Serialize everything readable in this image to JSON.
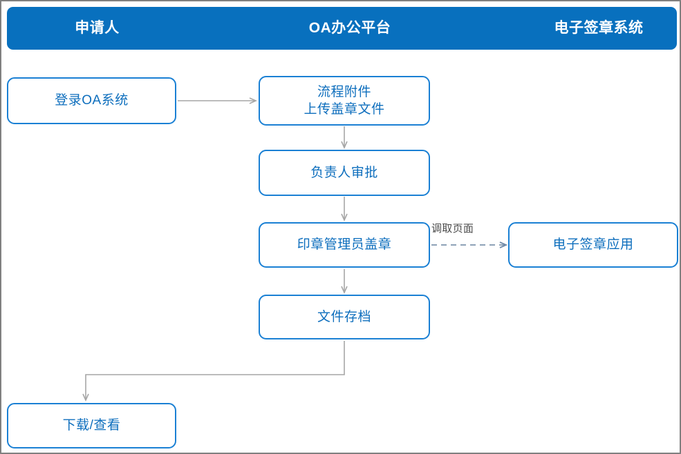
{
  "diagram": {
    "title_bar": {
      "background_color": "#0870be",
      "lanes": [
        {
          "id": "applicant",
          "label": "申请人"
        },
        {
          "id": "oa-platform",
          "label": "OA办公平台"
        },
        {
          "id": "esign-system",
          "label": "电子签章系统"
        }
      ]
    },
    "theme": {
      "node_border_color": "#1a80d4",
      "node_text_color": "#0d6ebd",
      "node_fill_color": "#ffffff",
      "solid_connector_color": "#a6a6a6",
      "dashed_connector_color": "#7f95ad",
      "page_border_color": "#808080",
      "label_text_color": "#4a4a4a"
    },
    "nodes": [
      {
        "id": "login",
        "label": "登录OA系统",
        "lane": "applicant"
      },
      {
        "id": "upload",
        "label": "流程附件\n上传盖章文件",
        "lane": "oa-platform"
      },
      {
        "id": "approve",
        "label": "负责人审批",
        "lane": "oa-platform"
      },
      {
        "id": "seal",
        "label": "印章管理员盖章",
        "lane": "oa-platform"
      },
      {
        "id": "esign",
        "label": "电子签章应用",
        "lane": "esign-system"
      },
      {
        "id": "archive",
        "label": "文件存档",
        "lane": "oa-platform"
      },
      {
        "id": "download",
        "label": "下载/查看",
        "lane": "applicant"
      }
    ],
    "edges": [
      {
        "id": "login-to-upload",
        "from": "login",
        "to": "upload",
        "style": "solid",
        "label": ""
      },
      {
        "id": "upload-to-approve",
        "from": "upload",
        "to": "approve",
        "style": "solid",
        "label": ""
      },
      {
        "id": "approve-to-seal",
        "from": "approve",
        "to": "seal",
        "style": "solid",
        "label": ""
      },
      {
        "id": "seal-to-esign",
        "from": "seal",
        "to": "esign",
        "style": "dashed",
        "label": "调取页面"
      },
      {
        "id": "seal-to-archive",
        "from": "seal",
        "to": "archive",
        "style": "solid",
        "label": ""
      },
      {
        "id": "archive-to-download",
        "from": "archive",
        "to": "download",
        "style": "solid",
        "label": ""
      }
    ]
  }
}
